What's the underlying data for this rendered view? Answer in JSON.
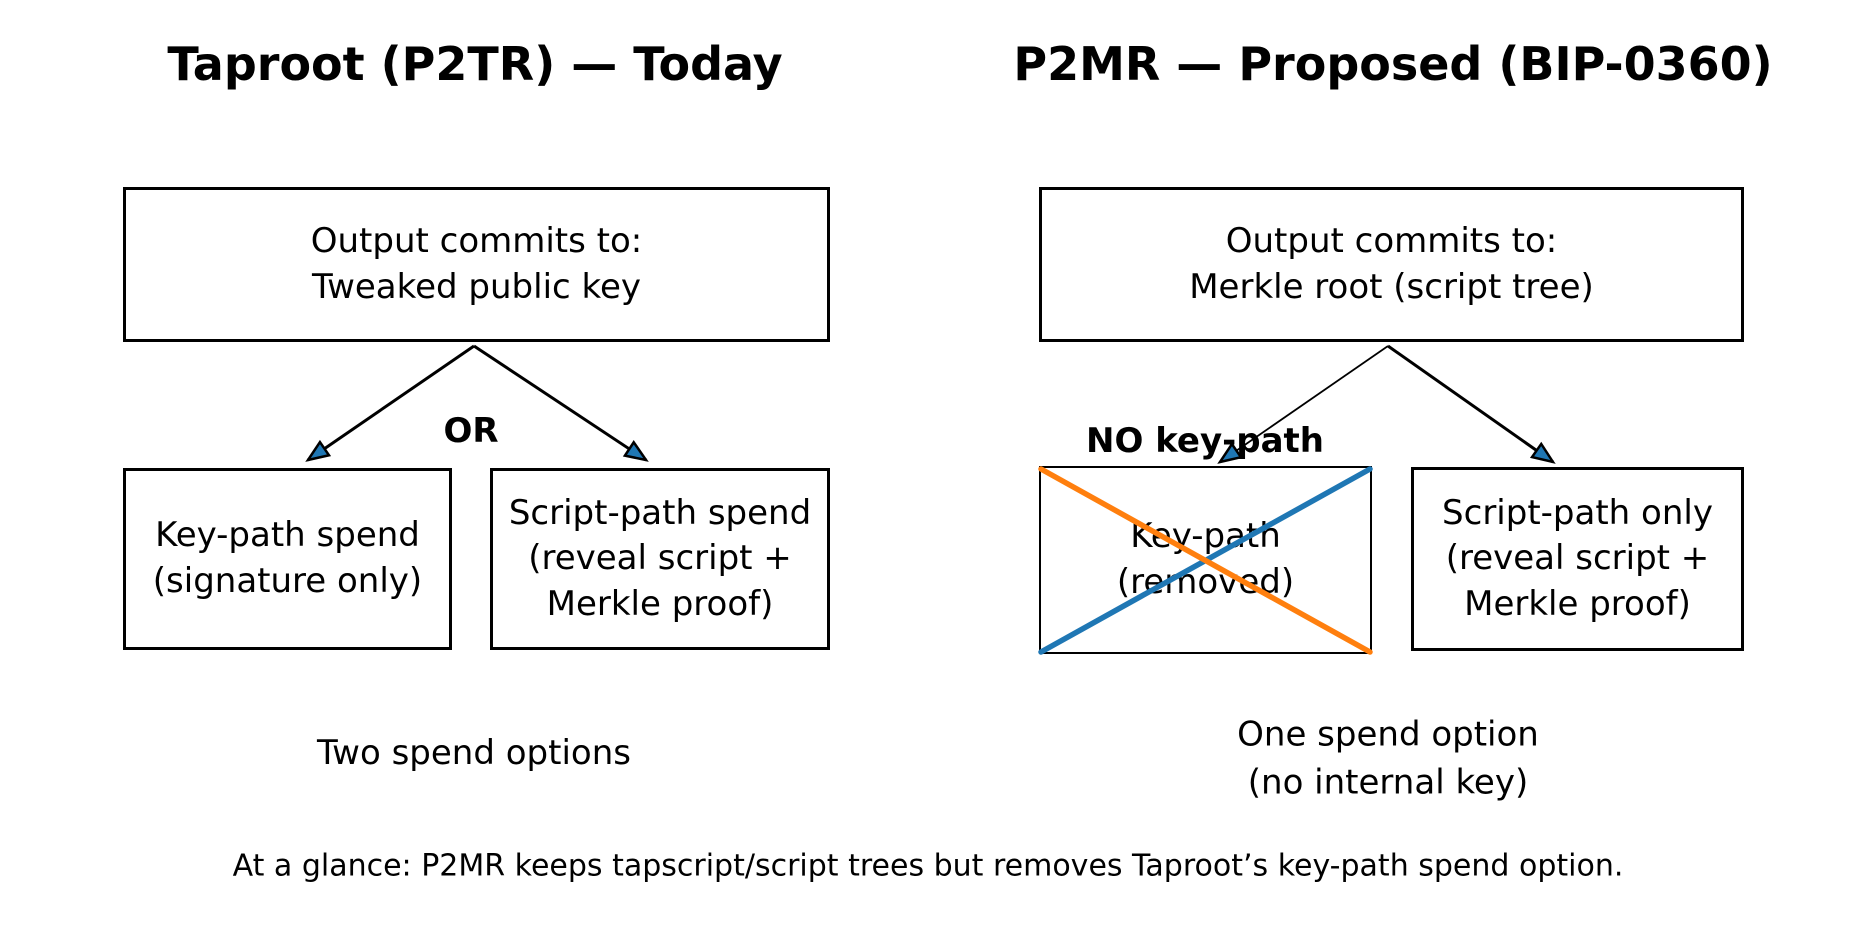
{
  "panels": [
    {
      "title": "Taproot (P2TR) — Today",
      "top_box": "Output commits to:\nTweaked public key",
      "branch_label": "OR",
      "left_box": "Key-path spend\n(signature only)",
      "right_box": "Script-path spend\n(reveal script +\nMerkle proof)",
      "caption": "Two spend options"
    },
    {
      "title": "P2MR — Proposed (BIP-0360)",
      "top_box": "Output commits to:\nMerkle root (script tree)",
      "branch_label": "NO key-path",
      "left_box": "Key-path\n(removed)",
      "right_box": "Script-path only\n(reveal script +\nMerkle proof)",
      "caption": "One spend option\n(no internal key)"
    }
  ],
  "footer": "At a glance: P2MR keeps tapscript/script trees but removes Taproot’s key-path spend option.",
  "colors": {
    "arrowhead_fill": "#1f77b4",
    "cross_orange": "#ff7f0e",
    "cross_blue": "#1f77b4"
  }
}
